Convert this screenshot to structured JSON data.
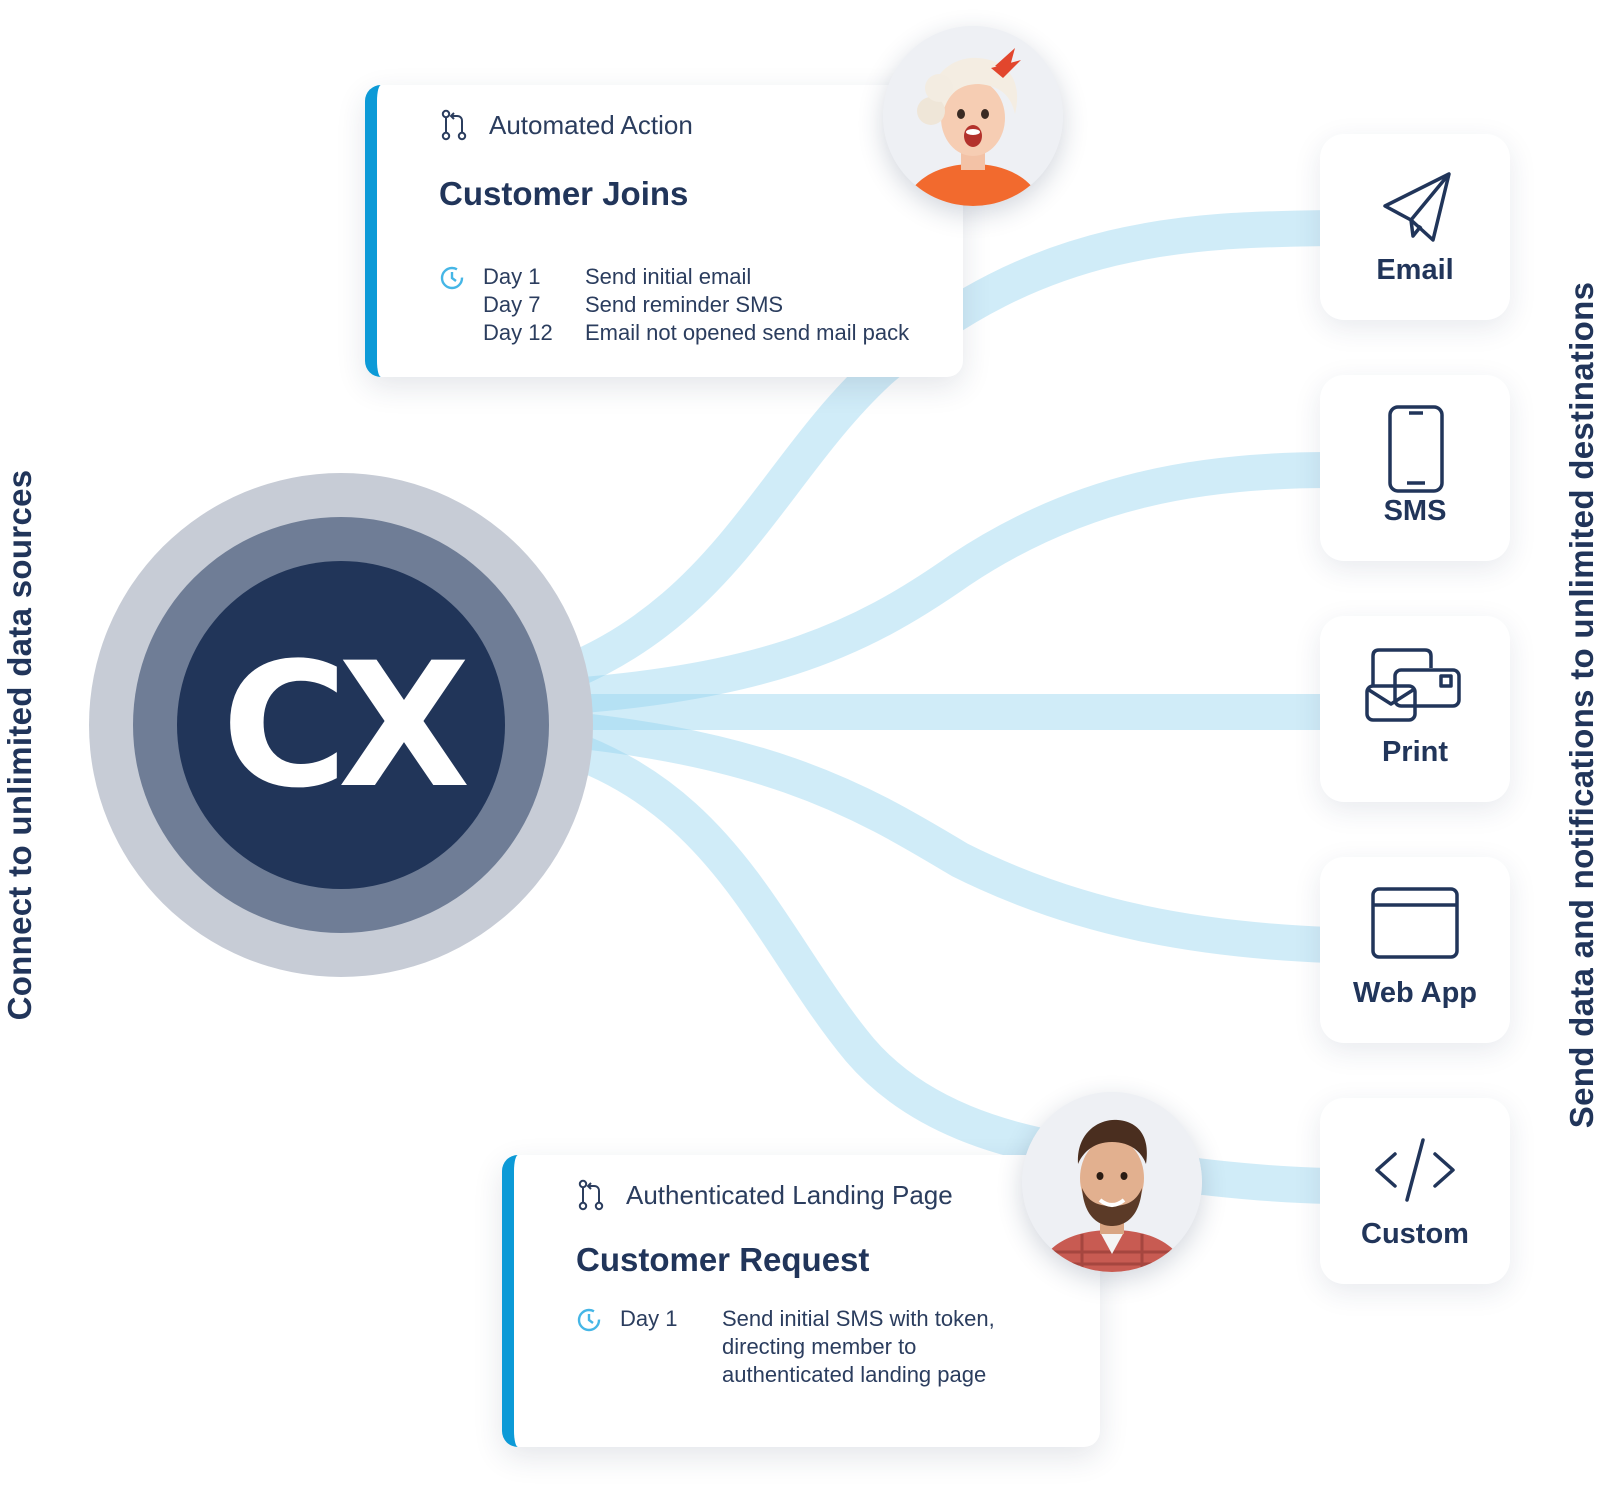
{
  "left_label": "Connect to unlimited data sources",
  "right_label": "Send data and notifications to unlimited destinations",
  "hub": {
    "logo_text": "CX"
  },
  "cards": [
    {
      "kicker": "Automated Action",
      "title": "Customer Joins",
      "steps": [
        {
          "day": "Day 1",
          "action": "Send initial email"
        },
        {
          "day": "Day 7",
          "action": "Send reminder SMS"
        },
        {
          "day": "Day 12",
          "action": "Email not opened send mail pack"
        }
      ]
    },
    {
      "kicker": "Authenticated Landing Page",
      "title": "Customer Request",
      "steps": [
        {
          "day": "Day 1",
          "action": "Send initial SMS with token, directing member to authenticated landing page"
        }
      ]
    }
  ],
  "destinations": [
    {
      "label": "Email",
      "icon": "paper-plane-icon"
    },
    {
      "label": "SMS",
      "icon": "mobile-phone-icon"
    },
    {
      "label": "Print",
      "icon": "print-mail-icon"
    },
    {
      "label": "Web App",
      "icon": "browser-window-icon"
    },
    {
      "label": "Custom",
      "icon": "code-icon"
    }
  ],
  "colors": {
    "navy": "#213559",
    "accent_blue": "#0c9ad7",
    "flow_blue": "#8fd1ef"
  }
}
